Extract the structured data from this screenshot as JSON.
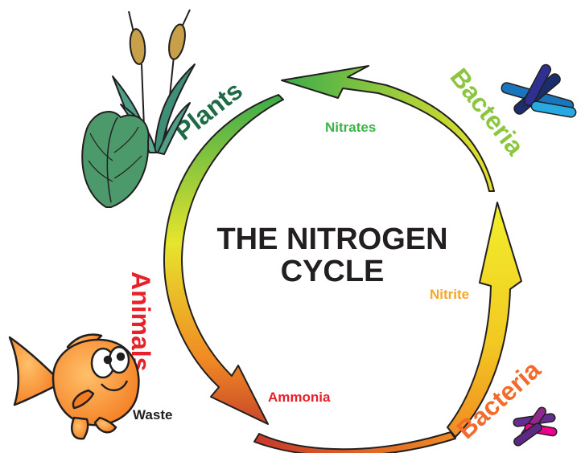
{
  "title": {
    "line1": "THE NITROGEN",
    "line2": "CYCLE"
  },
  "arcs": {
    "plants": "Plants",
    "bacteria_top": "Bacteria",
    "bacteria_bottom": "Bacteria",
    "animals": "Animals"
  },
  "stages": {
    "nitrates": "Nitrates",
    "nitrite": "Nitrite",
    "ammonia": "Ammonia",
    "waste": "Waste"
  },
  "colors": {
    "plants": "#1e6b45",
    "bacteria_top": "#8cc63f",
    "bacteria_bottom": "#f26a2c",
    "animals": "#e8202a",
    "nitrates": "#3db34a",
    "nitrite": "#f5a623",
    "ammonia": "#e8202a",
    "waste": "#231f20",
    "title": "#231f20"
  },
  "icons": [
    "plants-icon",
    "fish-icon",
    "bacteria-blue-icon",
    "bacteria-purple-icon"
  ]
}
